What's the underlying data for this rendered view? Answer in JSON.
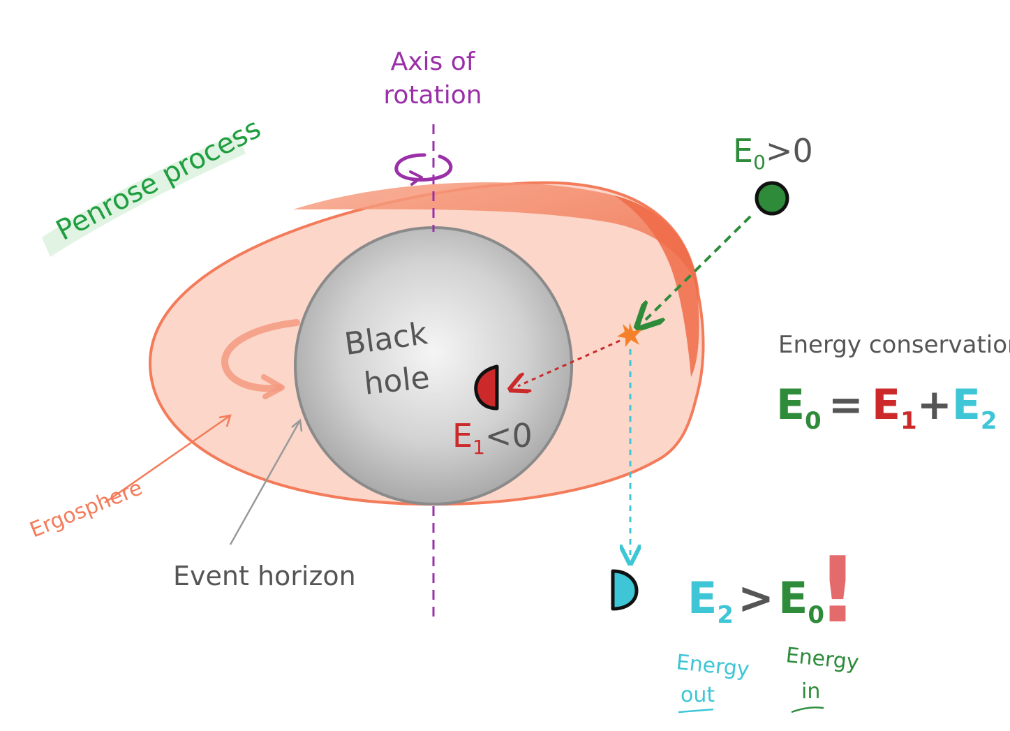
{
  "labels": {
    "axis_line1": "Axis of",
    "axis_line2": "rotation",
    "title": "Penrose process",
    "black_hole_line1": "Black",
    "black_hole_line2": "hole",
    "ergosphere": "Ergosphere",
    "event_horizon": "Event horizon",
    "energy_conservation": "Energy  conservation",
    "energy_out_line1": "Energy",
    "energy_out_line2": "out",
    "energy_in_line1": "Energy",
    "energy_in_line2": "in"
  },
  "equations": {
    "e0_pos": {
      "sym": "E",
      "sub": "0",
      "rest": ">0"
    },
    "e1_neg": {
      "sym": "E",
      "sub": "1",
      "rest": "<0"
    },
    "conservation": {
      "e0": "E",
      "e0_sub": "0",
      "eq": "=",
      "e1": "E",
      "e1_sub": "1",
      "plus": "+",
      "e2": "E",
      "e2_sub": "2"
    },
    "result": {
      "e2": "E",
      "e2_sub": "2",
      "gt": ">",
      "e0": "E",
      "e0_sub": "0",
      "exclaim": "!"
    }
  },
  "colors": {
    "ergosphere": "#f37b5a",
    "ergosphere_fill": "#fbd6c9",
    "black_hole": "#c8c8c8",
    "black_hole_edge": "#8a8a8a",
    "axis": "#9a2fa8",
    "green": "#2e8b3a",
    "title_green": "#1f9e3f",
    "red": "#cc2a2a",
    "cyan": "#3ec6d6",
    "gray_text": "#555555",
    "orange_burst": "#f4812a",
    "exclaim": "#e36b6b"
  }
}
